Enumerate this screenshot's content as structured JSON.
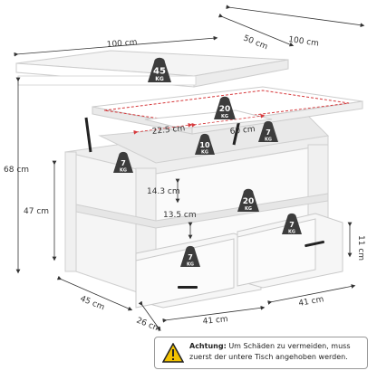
{
  "dimensions": {
    "top_width": "100 cm",
    "top_depth": "50 cm",
    "body_width": "100 cm",
    "height_total": "68 cm",
    "height_lower": "47 cm",
    "inner_width": "60 cm",
    "inner_depth": "22.5 cm",
    "clearance_upper": "14.3 cm",
    "clearance_lower": "13.5 cm",
    "drawer_height": "11 cm",
    "depth_body": "45 cm",
    "drawer_depth": "26 cm",
    "drawer_width_left": "41 cm",
    "drawer_width_right": "41 cm"
  },
  "weights": {
    "top": {
      "value": "45",
      "unit": "KG"
    },
    "lift": {
      "value": "20",
      "unit": "KG"
    },
    "compartment_center": {
      "value": "10",
      "unit": "KG"
    },
    "compartment_right": {
      "value": "7",
      "unit": "KG"
    },
    "compartment_left": {
      "value": "7",
      "unit": "KG"
    },
    "shelf": {
      "value": "20",
      "unit": "KG"
    },
    "drawer_left": {
      "value": "7",
      "unit": "KG"
    },
    "drawer_right": {
      "value": "7",
      "unit": "KG"
    }
  },
  "warning": {
    "heading": "Achtung:",
    "text": " Um Schäden zu vermeiden, muss zuerst der untere Tisch angehoben werden."
  },
  "colors": {
    "weight_badge": "#3c3c3c",
    "dimension_line": "#333333",
    "highlight_red": "#d6393c",
    "furniture": "#f2f2f2",
    "furniture_edge": "#c9c9c9"
  }
}
